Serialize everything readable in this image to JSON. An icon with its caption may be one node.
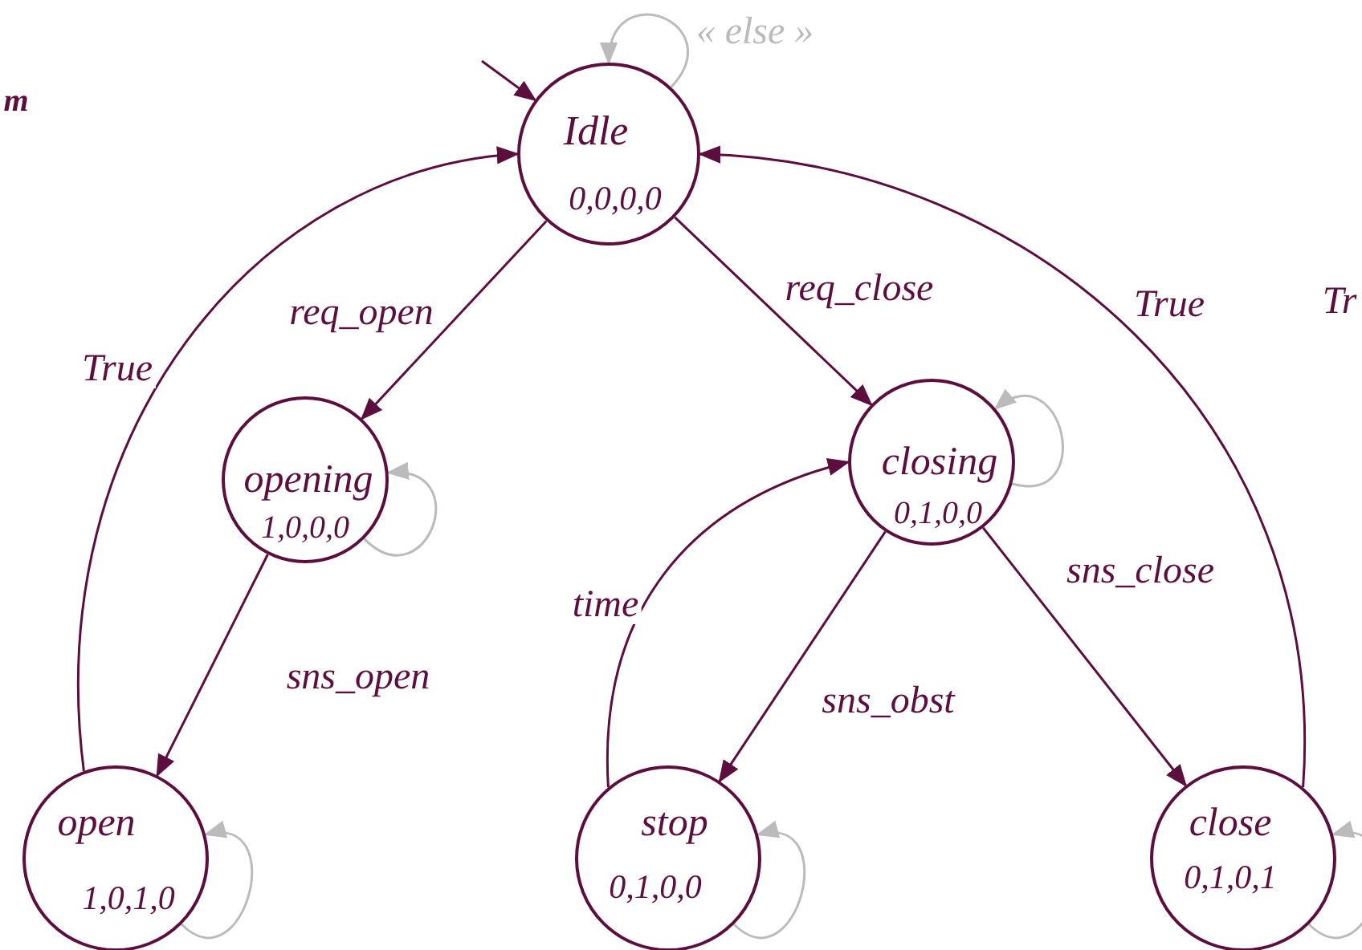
{
  "diagram": {
    "nodes": [
      {
        "text": [
          "Idle",
          "0,0,0,0"
        ]
      },
      {
        "text": [
          "opening",
          "1,0,0,0"
        ]
      },
      {
        "text": [
          "closing",
          "0,1,0,0"
        ]
      },
      {
        "text": [
          "open",
          "1,0,1,0"
        ]
      },
      {
        "text": [
          "stop",
          "0,1,0,0"
        ]
      },
      {
        "text": [
          "close",
          "0,1,0,1"
        ]
      }
    ],
    "edges": [
      {
        "from": null,
        "to": 0,
        "arrow": "to"
      },
      {
        "from": 0,
        "to": 0,
        "arrow": "to",
        "label": "« else »",
        "color": "#bbbbbb"
      },
      {
        "from": 0,
        "to": 1,
        "arrow": "to",
        "label": "req_open"
      },
      {
        "from": 0,
        "to": 2,
        "arrow": "to",
        "label": "req_close"
      },
      {
        "from": 1,
        "to": 1,
        "arrow": "to",
        "color": "#bbbbbb"
      },
      {
        "from": 1,
        "to": 3,
        "arrow": "to",
        "label": "sns_open"
      },
      {
        "from": 3,
        "to": 0,
        "arrow": "to",
        "label": "True"
      },
      {
        "from": 2,
        "to": 2,
        "arrow": "to",
        "color": "#bbbbbb"
      },
      {
        "from": 2,
        "to": 4,
        "arrow": "to",
        "label": "sns_obst"
      },
      {
        "from": 2,
        "to": 5,
        "arrow": "to",
        "label": "sns_close"
      },
      {
        "from": 4,
        "to": 2,
        "arrow": "to",
        "label": "time"
      },
      {
        "from": 5,
        "to": 0,
        "arrow": "to",
        "label": "True"
      },
      {
        "from": 3,
        "to": 3,
        "arrow": "to",
        "color": "#bbbbbb"
      },
      {
        "from": 4,
        "to": 4,
        "arrow": "to",
        "color": "#bbbbbb"
      },
      {
        "from": 5,
        "to": 5,
        "arrow": "to",
        "color": "#bbbbbb"
      }
    ],
    "labels": [
      "m",
      "Tr"
    ]
  }
}
